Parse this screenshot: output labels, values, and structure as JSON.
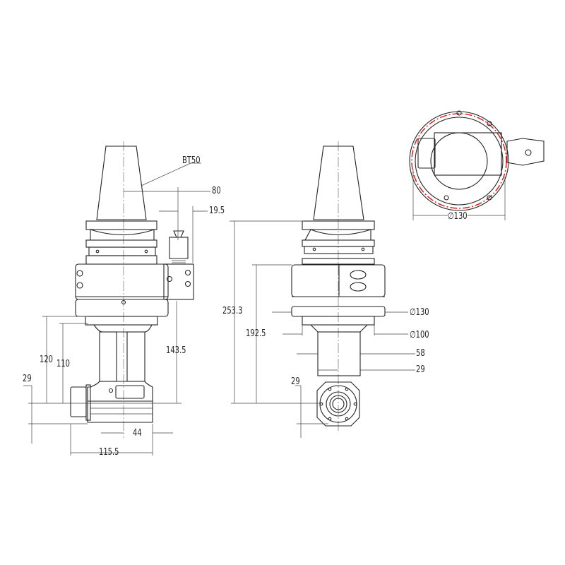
{
  "drawing": {
    "labels": {
      "taper": "BT50",
      "offset_80": "80",
      "offset_19_5": "19.5",
      "height_253_3": "253.3",
      "height_192_5": "192.5",
      "dia_130_side": "∅130",
      "dia_100": "∅100",
      "width_58": "58",
      "width_29_right": "29",
      "height_29_right": "29",
      "height_120": "120",
      "height_110": "110",
      "height_29_left": "29",
      "height_143_5": "143.5",
      "width_44": "44",
      "width_115_5": "115.5",
      "dia_130_top": "∅130"
    },
    "colors": {
      "line": "#222222",
      "envelope": "#e02020"
    }
  }
}
